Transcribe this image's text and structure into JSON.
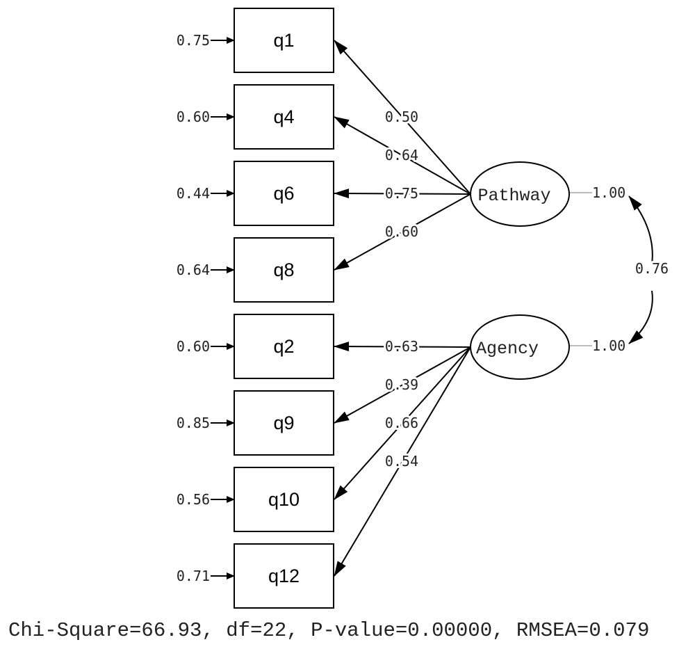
{
  "observed": [
    {
      "name": "q1",
      "error": "0.75",
      "loading": "0.50",
      "factor": "pathway"
    },
    {
      "name": "q4",
      "error": "0.60",
      "loading": "0.64",
      "factor": "pathway"
    },
    {
      "name": "q6",
      "error": "0.44",
      "loading": "0.75",
      "factor": "pathway"
    },
    {
      "name": "q8",
      "error": "0.64",
      "loading": "0.60",
      "factor": "pathway"
    },
    {
      "name": "q2",
      "error": "0.60",
      "loading": "0.63",
      "factor": "agency"
    },
    {
      "name": "q9",
      "error": "0.85",
      "loading": "0.39",
      "factor": "agency"
    },
    {
      "name": "q10",
      "error": "0.56",
      "loading": "0.66",
      "factor": "agency"
    },
    {
      "name": "q12",
      "error": "0.71",
      "loading": "0.54",
      "factor": "agency"
    }
  ],
  "latent": {
    "pathway": {
      "name": "Pathway",
      "variance": "1.00"
    },
    "agency": {
      "name": "Agency",
      "variance": "1.00"
    }
  },
  "correlation": "0.76",
  "fit": "Chi-Square=66.93, df=22, P-value=0.00000, RMSEA=0.079"
}
